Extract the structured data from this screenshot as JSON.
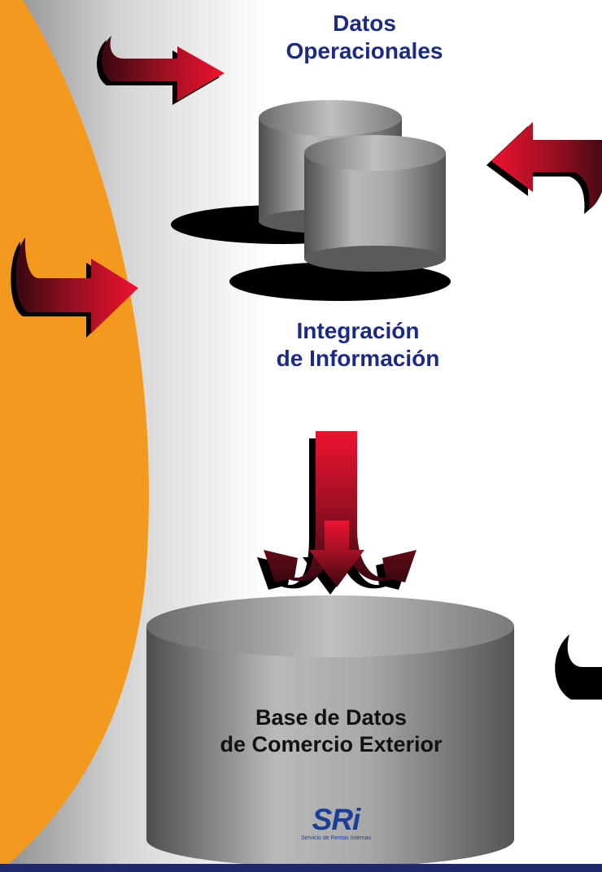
{
  "labels": {
    "operational_data": [
      "Datos",
      "Operacionales"
    ],
    "integration": [
      "Integración",
      "de Información"
    ],
    "foreign_trade_db": [
      "Base de Datos",
      "de Comercio Exterior"
    ]
  },
  "logo": {
    "wordmark": "SRi",
    "tagline": "Servicio de Rentas Internas"
  },
  "colors": {
    "orange": "#f39a1e",
    "label_blue": "#1c2a82",
    "arrow_red": "#e0102b",
    "arrow_dark": "#3a0a10",
    "cylinder_gray": "#9a9a9a",
    "bottom_bar": "#1e2a6b"
  }
}
